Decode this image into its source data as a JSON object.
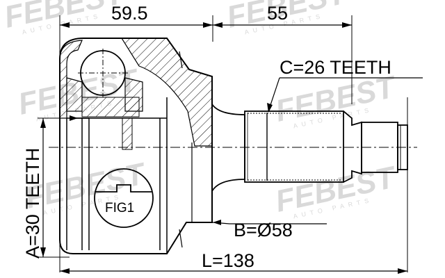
{
  "watermark": {
    "brand": "FEBEST",
    "sub": "AUTO PARTS"
  },
  "dimensions": {
    "width_left": "59.5",
    "width_right": "55",
    "spline_c": "C=26 TEETH",
    "spline_a": "A=30 TEETH",
    "diameter_b": "B=Ø58",
    "length_l": "L=138"
  },
  "figure_label": "FIG1"
}
